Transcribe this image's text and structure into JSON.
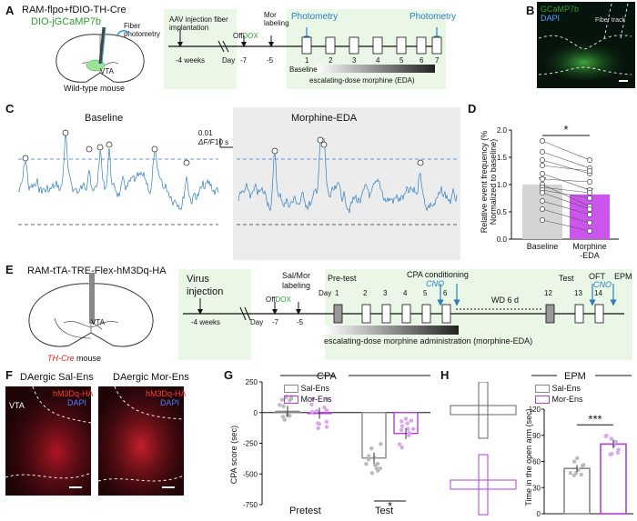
{
  "labels": {
    "A": "A",
    "B": "B",
    "C": "C",
    "D": "D",
    "E": "E",
    "F": "F",
    "G": "G",
    "H": "H"
  },
  "panelA": {
    "construct1": "RAM-flpo+fDIO-TH-Cre",
    "construct2": "DIO-jGCaMP7b",
    "fiber": "Fiber photometry",
    "vta": "VTA",
    "mouse": "Wild-type mouse",
    "aav": "AAV injection fiber implantation",
    "weeks": "-4 weeks",
    "day": "Day",
    "d7": "-7",
    "d5": "-5",
    "off": "Off",
    "dox": "DOX",
    "mor": "Mor labeling",
    "photometry1": "Photometry",
    "photometry2": "Photometry",
    "days": [
      "1",
      "2",
      "3",
      "4",
      "5",
      "6",
      "7"
    ],
    "baseline": "Baseline",
    "eda": "escalating-dose morphine (EDA)"
  },
  "panelB": {
    "gcamp": "GCaMP7b",
    "dapi": "DAPI",
    "fiber_track": "Fiber track"
  },
  "panelC": {
    "baseline": "Baseline",
    "morphine": "Morphine-EDA",
    "scale_y": "0.01",
    "scale_unit": "ΔF/F",
    "scale_x": "10 s"
  },
  "panelD": {
    "chart_data": {
      "type": "bar",
      "categories": [
        "Baseline",
        "Morphine -EDA"
      ],
      "values": [
        1.0,
        0.82
      ],
      "errors": [
        0.12,
        0.1
      ],
      "ylabel": "Relative event frequency (% Normalized to baseline)",
      "ylim": [
        0,
        2.0
      ],
      "yticks": [
        "0.0",
        "0.5",
        "1.0",
        "1.5",
        "2.0"
      ],
      "paired": [
        [
          1.8,
          1.45
        ],
        [
          1.6,
          1.3
        ],
        [
          1.45,
          1.2
        ],
        [
          1.35,
          1.25
        ],
        [
          1.2,
          0.9
        ],
        [
          1.1,
          1.05
        ],
        [
          1.0,
          0.6
        ],
        [
          0.95,
          0.85
        ],
        [
          0.9,
          0.75
        ],
        [
          0.85,
          0.55
        ],
        [
          0.7,
          0.45
        ],
        [
          0.55,
          0.3
        ],
        [
          0.35,
          0.15
        ]
      ],
      "significance": "*",
      "colors": [
        "#d4d4d4",
        "#cc55ee"
      ]
    }
  },
  "panelE": {
    "construct": "RAM-tTA-TRE-Flex-hM3Dq-HA",
    "vta": "VTA",
    "th": "TH-Cre",
    "mouse": "mouse",
    "virus": "Virus injection",
    "weeks": "-4 weeks",
    "day": "Day",
    "d7": "-7",
    "d5": "-5",
    "off": "Off",
    "dox": "DOX",
    "salmor": "Sal/Mor labeling",
    "pretest": "Pre-test",
    "cpa": "CPA conditioning",
    "cno1": "CNO",
    "cno2": "CNO",
    "test": "Test",
    "oft": "OFT",
    "epm": "EPM",
    "day2": "Day",
    "days": [
      "1",
      "2",
      "3",
      "4",
      "5",
      "6",
      "12",
      "13",
      "14"
    ],
    "wd": "WD 6 d",
    "eda": "escalating-dose morphine administration (morphine-EDA)"
  },
  "panelF": {
    "sal": "DAergic Sal-Ens",
    "mor": "DAergic Mor-Ens",
    "hm3dq": "hM3Dq-HA",
    "dapi": "DAPI",
    "vta": "VTA"
  },
  "panelG": {
    "title": "CPA",
    "legend": [
      "Sal-Ens",
      "Mor-Ens"
    ],
    "chart_data": {
      "type": "bar",
      "categories": [
        "Pretest",
        "Test"
      ],
      "series": [
        {
          "name": "Sal-Ens",
          "values": [
            10,
            -370
          ]
        },
        {
          "name": "Mor-Ens",
          "values": [
            -5,
            -170
          ]
        }
      ],
      "ylabel": "CPA score (sec)",
      "ylim": [
        -750,
        250
      ],
      "yticks": [
        "250",
        "0",
        "-250",
        "-500",
        "-750"
      ],
      "significance": "*",
      "colors": [
        "#888888",
        "#b040d8"
      ]
    }
  },
  "panelH": {
    "title": "EPM",
    "legend": [
      "Sal-Ens",
      "Mor-Ens"
    ],
    "chart_data": {
      "type": "bar",
      "categories": [
        "Sal-Ens",
        "Mor-Ens"
      ],
      "values": [
        52,
        80
      ],
      "errors": [
        4,
        5
      ],
      "ylabel": "Time in the open arm (sec)",
      "ylim": [
        0,
        120
      ],
      "yticks": [
        "0",
        "30",
        "60",
        "90",
        "120"
      ],
      "significance": "***",
      "colors": [
        "#888888",
        "#b040d8"
      ]
    }
  }
}
